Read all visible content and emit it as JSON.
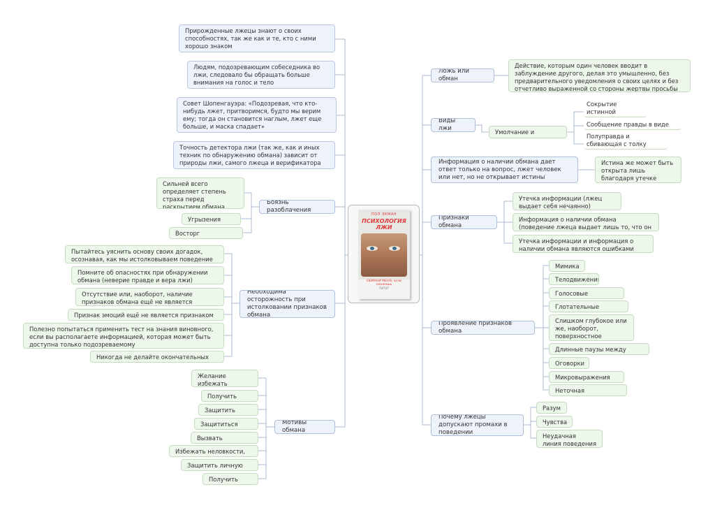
{
  "center": {
    "author": "ПОЛ ЭКМАН",
    "title": "ПСИХОЛОГИЯ ЛЖИ",
    "subtitle": "ОБМАНИ МЕНЯ, если сможешь",
    "publisher": "ПИТЕР"
  },
  "left": {
    "top_notes": [
      "Прирожденные лжецы знают о своих способностях, так же как и те, кто с ними хорошо знаком",
      "Людям, подозревающим собеседника во лжи, следовало бы обращать больше внимания на голос и тело",
      "Совет Шопенгауэра: «Подозревая, что кто-нибудь лжет, притворимся, будто мы верим ему; тогда он становится наглым, лжет еще больше, и маска спадает»",
      "Точность детектора лжи (так же, как и иных техник по обнаружению обмана) зависит от природы лжи, самого лжеца и верификатора"
    ],
    "fear": {
      "label": "Боязнь разоблачения",
      "items": [
        "Сильней всего определяет степень страха перед раскрытием обмана",
        "Угрызения совести",
        "Восторг надувательства"
      ]
    },
    "caution": {
      "label": "Необходима осторожность при истолковании признаков обмана",
      "items": [
        "Пытайтесь уяснить основу своих догадок, осознавая, как мы истолковываем поведение другого",
        "Помните об опасностях при обнаружении обмана (неверие правде и вера лжи)",
        "Отсутствие или, наоборот, наличие признаков обмана ещё не является доказательством правды",
        "Признак эмоций ещё не является признаком обмана",
        "Полезно попытаться применить тест на знания виновного, если вы располагаете информацией, которая может быть доступна только подозреваемому",
        "Никогда не делайте окончательных выводов"
      ]
    },
    "motives": {
      "label": "Мотивы обмана",
      "items": [
        "Желание избежать наказания",
        "Получить выгоду",
        "Защитить другого",
        "Защититься самому",
        "Вызвать восхищение",
        "Избежать неловкости, стыда",
        "Защитить личную жизнь",
        "Получить власть"
      ]
    }
  },
  "right": {
    "lie": {
      "label": "Ложь или обман",
      "definition": "Действие, которым один человек вводит в заблуждение другого, делая это умышленно, без предварительного уведомления о своих целях и без отчетливо выраженной со стороны жертвы просьбы не раскрывать правды"
    },
    "kinds": {
      "label": "Виды лжи",
      "sub_label": "Умолчание и искажение",
      "items": [
        "Сокрытие истинной причины эмоции",
        "Сообщение правды в виде обмана",
        "Полуправда и сбивающая с толку увертка"
      ]
    },
    "info": {
      "label": "Информация о наличии обмана дает ответ только на вопрос, лжет человек или нет, но не открывает истины",
      "note": "Истина же может быть открыта лишь благодаря утечке информации"
    },
    "signs": {
      "label": "Признаки обмана",
      "items": [
        "Утечка информации (лжец выдает себя нечаянно)",
        "Информация о наличии обмана (поведение лжеца выдает лишь то, что он говорит неправду)",
        "Утечка информации и информация о наличии обмана являются ошибками"
      ]
    },
    "manifest": {
      "label": "Проявление признаков обмана",
      "items": [
        "Мимика",
        "Телодвижения",
        "Голосовые модуляции",
        "Глотательные движения",
        "Слишком глубокое или же, наоборот, поверхностное дыхание",
        "Длинные паузы между словами",
        "Оговорки",
        "Микровыражения лица",
        "Неточная жестикуляция"
      ]
    },
    "mistakes": {
      "label": "Почему лжецы допускают промахи в поведении",
      "items": [
        "Разум",
        "Чувства",
        "Неудачная линия поведения"
      ]
    }
  },
  "colors": {
    "line": "#a9b9d3",
    "blue_fill": "#eef3fb",
    "green_fill": "#eef7ec"
  }
}
